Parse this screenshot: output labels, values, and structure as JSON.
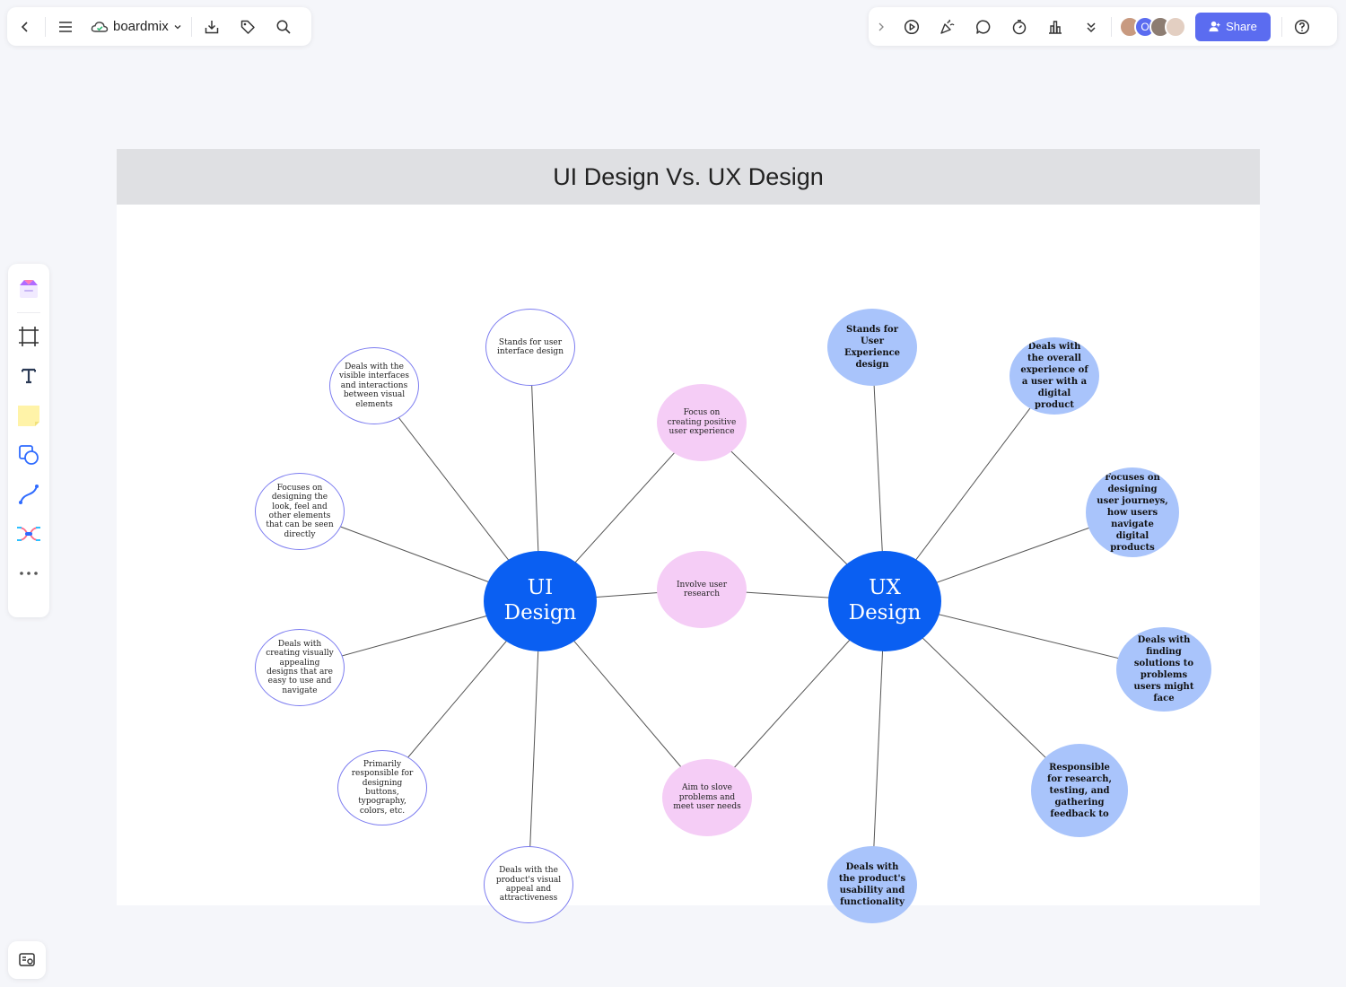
{
  "app": {
    "name": "boardmix"
  },
  "toolbar": {
    "share_label": "Share",
    "avatar_letter": "O"
  },
  "board": {
    "title": "UI Design Vs. UX Design"
  },
  "diagram": {
    "hubs": {
      "ui": "UI Design",
      "ux": "UX Design"
    },
    "ui_nodes": [
      "Stands for user interface design",
      "Deals with the visible interfaces and interactions between visual elements",
      "Focuses on designing the look, feel and other elements that can be seen directly",
      "Deals with creating visually appealing designs that are easy to use and navigate",
      "Primarily responsible for designing buttons, typography, colors, etc.",
      "Deals with the product's visual appeal and attractiveness"
    ],
    "shared_nodes": [
      "Focus on creating positive user experience",
      "Involve user research",
      "Aim to slove problems and meet user needs"
    ],
    "ux_nodes": [
      "Stands for User Experience design",
      "Deals with the overall experience of a user with a digital product",
      "Focuses on designing user journeys, how users navigate digital products",
      "Deals with finding solutions to problems users might face",
      "Responsible for research, testing, and gathering feedback to",
      "Deals with the product's usability and functionality"
    ],
    "colors": {
      "hub": "#0a5ff2",
      "ux_node": "#a9c4fb",
      "shared_node": "#f5cdf6",
      "ui_node_border": "#7c7cf0"
    }
  }
}
